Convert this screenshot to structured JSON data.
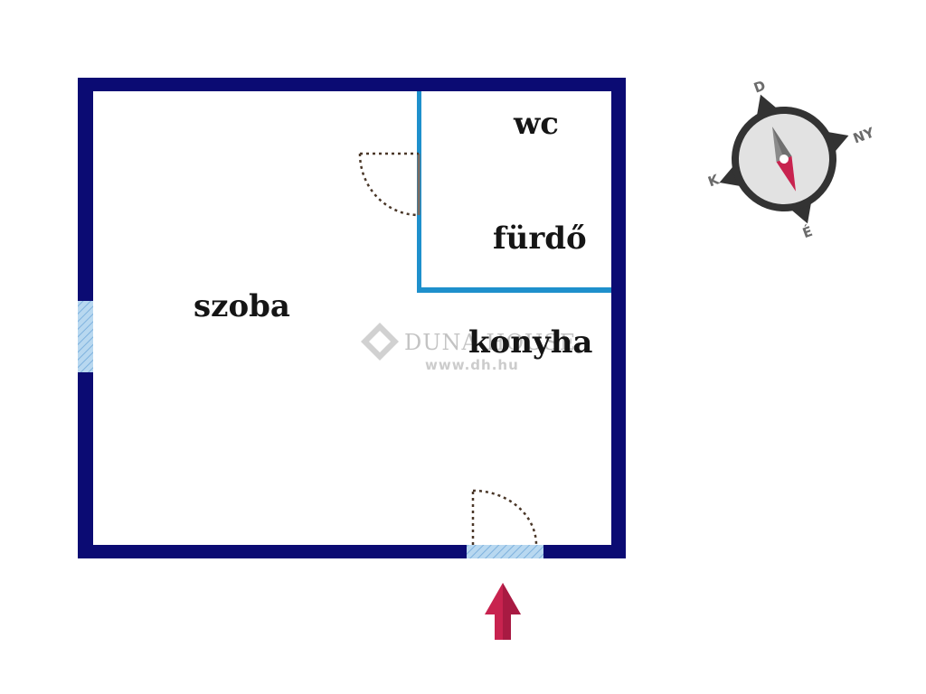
{
  "floorplan": {
    "rooms": {
      "szoba": "szoba",
      "wc": "wc",
      "furdo": "fürdő",
      "konyha": "konyha"
    },
    "colors": {
      "outer_wall": "#0b0b73",
      "inner_wall": "#1e90cc",
      "window": "#9fc7e8",
      "door_swing": "#4a3728",
      "entrance_arrow": "#c8234f"
    }
  },
  "watermark": {
    "brand": "DUNA HOUSE",
    "url": "www.dh.hu"
  },
  "compass": {
    "letters": {
      "top": "D",
      "right": "NY",
      "bottom": "É",
      "left": "K"
    },
    "colors": {
      "ring": "#333333",
      "face": "#e2e2e2",
      "needle_dark": "#8a8a8a",
      "needle_red": "#c8234f"
    }
  }
}
